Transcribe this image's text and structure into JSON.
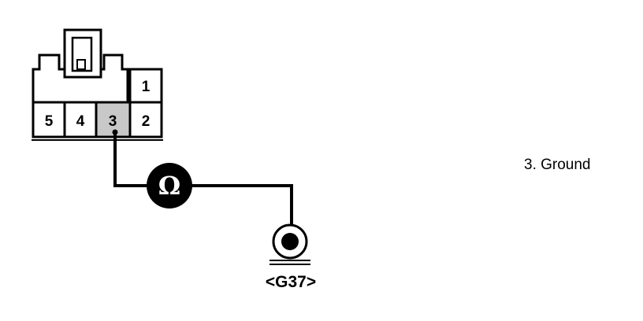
{
  "connector": {
    "pins": [
      {
        "number": "1",
        "highlighted": false
      },
      {
        "number": "2",
        "highlighted": false
      },
      {
        "number": "3",
        "highlighted": true
      },
      {
        "number": "4",
        "highlighted": false
      },
      {
        "number": "5",
        "highlighted": false
      }
    ],
    "highlight_color": "#c8c8c8"
  },
  "meter": {
    "symbol": "Ω",
    "icon": "ohmmeter-icon"
  },
  "ground": {
    "code": "<G37>",
    "icon": "ground-point-icon"
  },
  "legend": {
    "text": "3. Ground"
  },
  "colors": {
    "line": "#000000",
    "meter_fill": "#000000"
  }
}
